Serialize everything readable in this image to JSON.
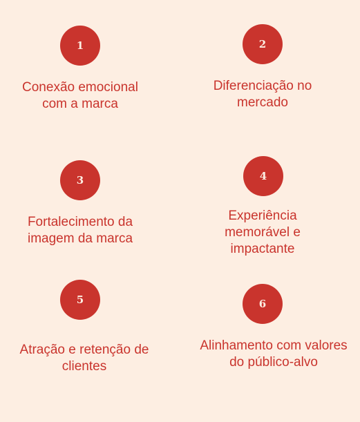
{
  "items": [
    {
      "number": "1",
      "label": "Conexão emocional\ncom a marca"
    },
    {
      "number": "2",
      "label": "Diferenciação no\nmercado"
    },
    {
      "number": "3",
      "label": "Fortalecimento da\nimagem da marca"
    },
    {
      "number": "4",
      "label": "Experiência\nmemorável e\nimpactante"
    },
    {
      "number": "5",
      "label": "Atração e retenção de\nclientes"
    },
    {
      "number": "6",
      "label": "Alinhamento com valores\ndo público-alvo"
    }
  ],
  "colors": {
    "background": "#fdeee2",
    "accent": "#c9342d"
  }
}
